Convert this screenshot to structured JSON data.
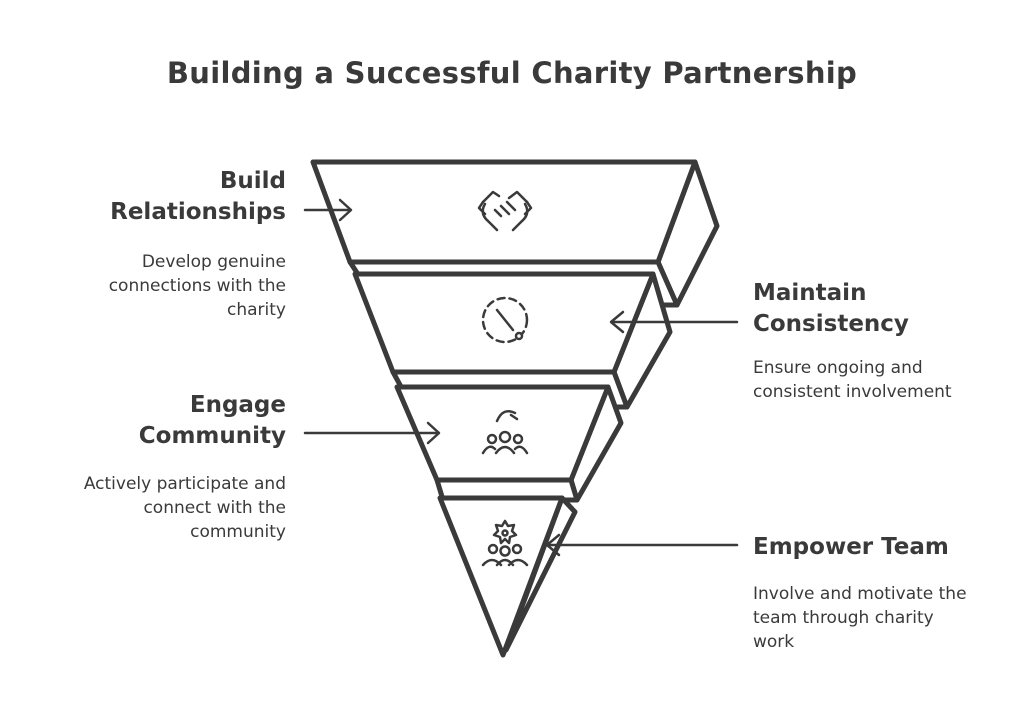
{
  "title": "Building a Successful Charity Partnership",
  "stages": [
    {
      "heading_line1": "Build",
      "heading_line2": "Relationships",
      "desc_line1": "Develop genuine",
      "desc_line2": "connections with the",
      "desc_line3": "charity",
      "icon": "handshake-icon"
    },
    {
      "heading_line1": "Maintain",
      "heading_line2": "Consistency",
      "desc_line1": "Ensure ongoing and",
      "desc_line2": "consistent involvement",
      "icon": "clock-cycle-icon"
    },
    {
      "heading_line1": "Engage",
      "heading_line2": "Community",
      "desc_line1": "Actively participate and",
      "desc_line2": "connect with the",
      "desc_line3": "community",
      "icon": "community-group-icon"
    },
    {
      "heading_line1": "Empower Team",
      "desc_line1": "Involve and motivate the",
      "desc_line2": "team through charity",
      "desc_line3": "work",
      "icon": "team-empower-icon"
    }
  ],
  "colors": {
    "stroke": "#3a3a3a",
    "background": "#ffffff"
  }
}
